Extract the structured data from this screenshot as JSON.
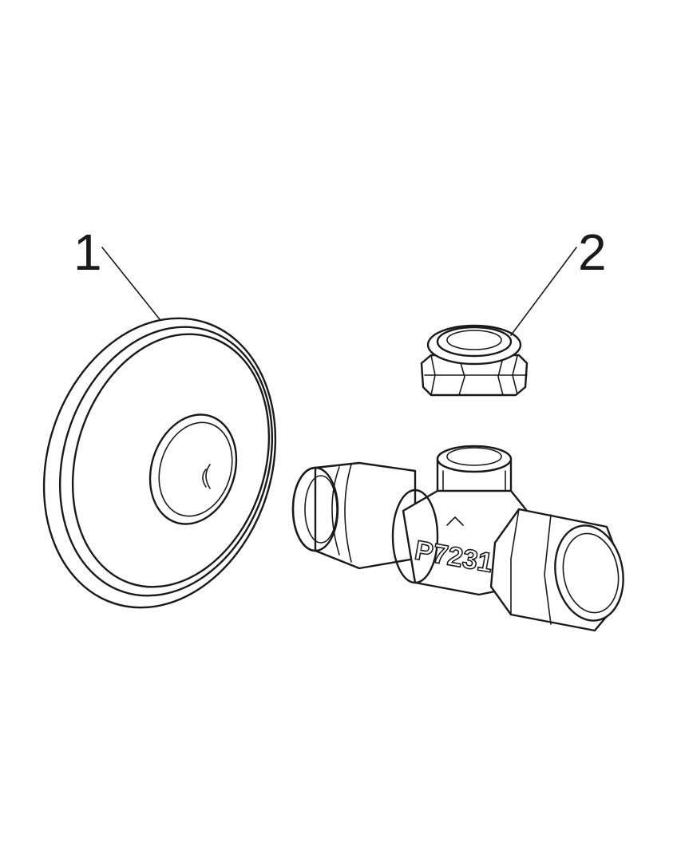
{
  "callouts": [
    {
      "label": "1"
    },
    {
      "label": "2"
    }
  ],
  "valve": {
    "engraving": "P7231"
  },
  "colors": {
    "line": "#1a1a1a",
    "background": "#ffffff"
  }
}
